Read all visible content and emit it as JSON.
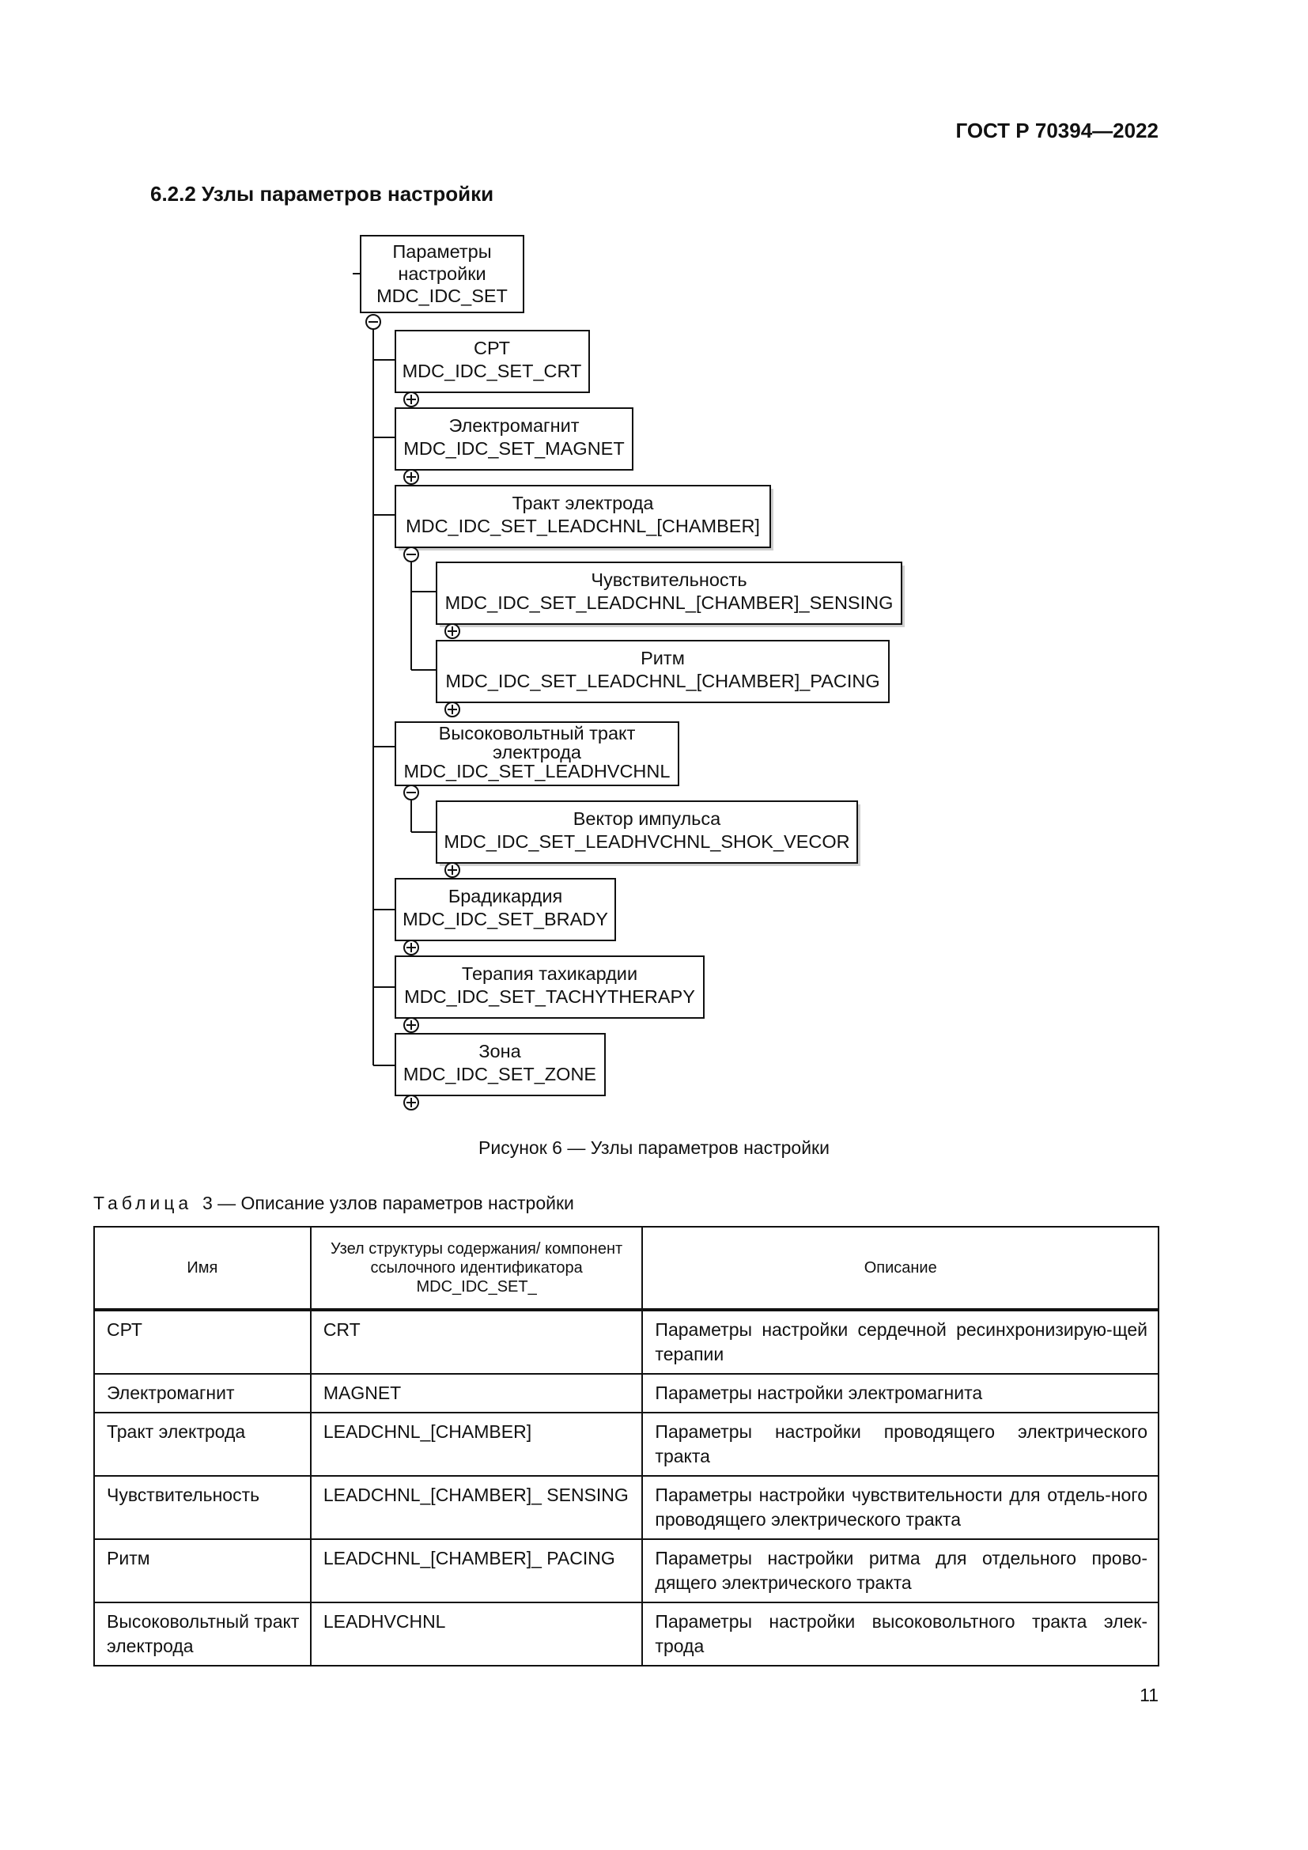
{
  "header": {
    "standard": "ГОСТ Р 70394—2022"
  },
  "section": {
    "title": "6.2.2 Узлы параметров настройки"
  },
  "figure": {
    "nodes": [
      {
        "line1": "Параметры",
        "line2": "настройки",
        "line3": "MDC_IDC_SET"
      },
      {
        "line1": "СРТ",
        "line2": "MDC_IDC_SET_CRT"
      },
      {
        "line1": "Электромагнит",
        "line2": "MDC_IDC_SET_MAGNET"
      },
      {
        "line1": "Тракт электрода",
        "line2": "MDC_IDC_SET_LEADCHNL_[CHAMBER]"
      },
      {
        "line1": "Чувствительность",
        "line2": "MDC_IDC_SET_LEADCHNL_[CHAMBER]_SENSING"
      },
      {
        "line1": "Ритм",
        "line2": "MDC_IDC_SET_LEADCHNL_[CHAMBER]_PACING"
      },
      {
        "line1": "Высоковольтный тракт",
        "line2": "электрода",
        "line3": "MDC_IDC_SET_LEADHVCHNL"
      },
      {
        "line1": "Вектор импульса",
        "line2": "MDC_IDC_SET_LEADHVCHNL_SHOK_VECOR"
      },
      {
        "line1": "Брадикардия",
        "line2": "MDC_IDC_SET_BRADY"
      },
      {
        "line1": "Терапия тахикардии",
        "line2": "MDC_IDC_SET_TACHYTHERAPY"
      },
      {
        "line1": "Зона",
        "line2": "MDC_IDC_SET_ZONE"
      }
    ],
    "caption": "Рисунок 6 — Узлы параметров настройки"
  },
  "table": {
    "label": "Таблица",
    "caption_rest": "3 — Описание узлов параметров настройки",
    "headers": [
      "Имя",
      "Узел структуры содержания/ компонент ссылочного идентификатора MDC_IDC_SET_",
      "Описание"
    ],
    "rows": [
      [
        "СРТ",
        "CRT",
        "Параметры настройки сердечной ресинхронизирую-щей терапии"
      ],
      [
        "Электромагнит",
        "MAGNET",
        "Параметры настройки электромагнита"
      ],
      [
        "Тракт электрода",
        "LEADCHNL_[CHAMBER]",
        "Параметры настройки проводящего электрического тракта"
      ],
      [
        "Чувствительность",
        "LEADCHNL_[CHAMBER]_ SENSING",
        "Параметры настройки чувствительности для отдель-ного проводящего электрического тракта"
      ],
      [
        "Ритм",
        "LEADCHNL_[CHAMBER]_ PACING",
        "Параметры настройки ритма для отдельного прово-дящего электрического тракта"
      ],
      [
        "Высоковольтный тракт электрода",
        "LEADHVCHNL",
        "Параметры настройки высоковольтного тракта элек-трода"
      ]
    ]
  },
  "page_number": "11"
}
